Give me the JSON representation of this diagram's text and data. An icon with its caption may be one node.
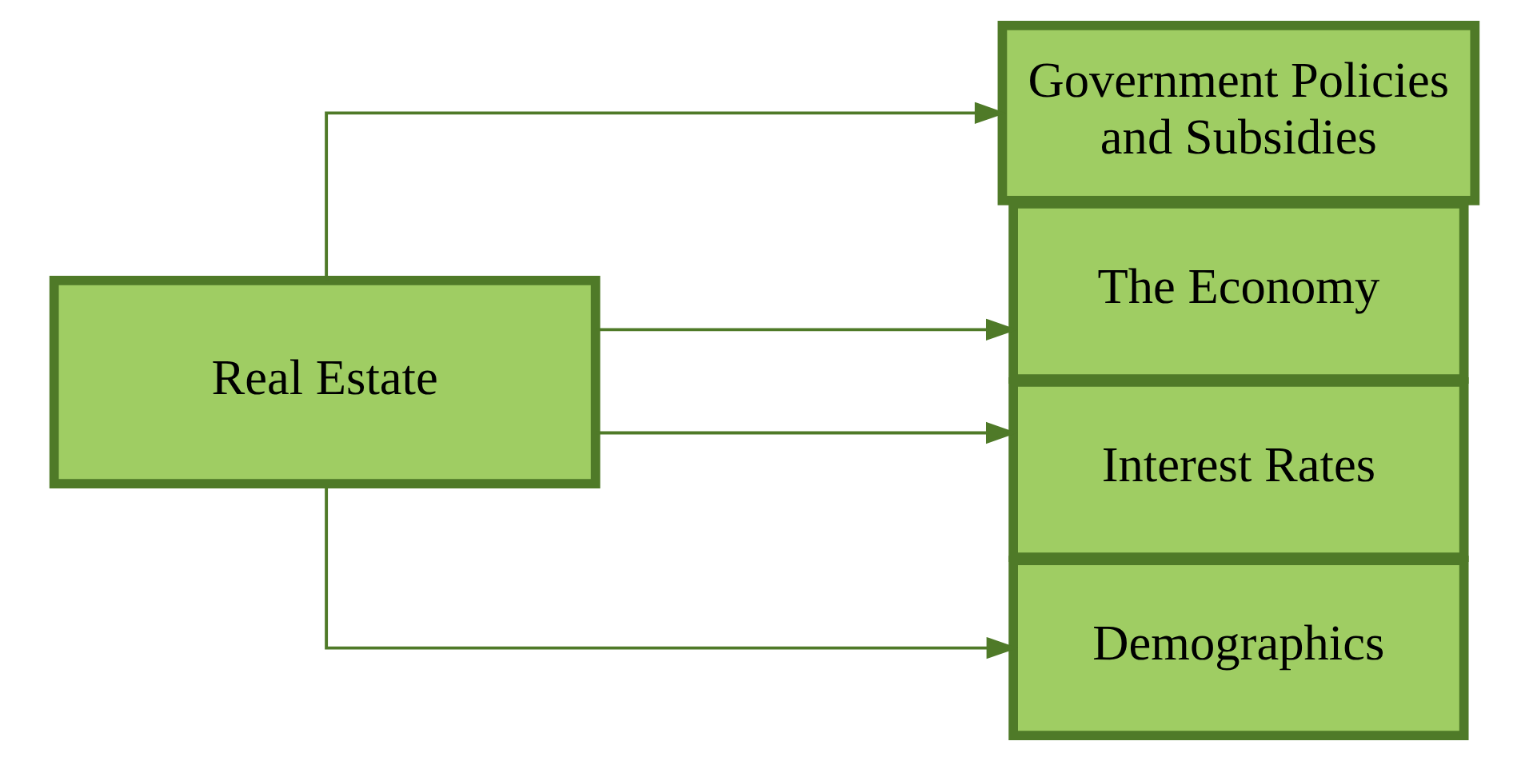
{
  "diagram": {
    "nodes": [
      {
        "text": [
          "Real Estate"
        ]
      },
      {
        "text": [
          "Government Policies and Subsidies"
        ]
      },
      {
        "text": [
          "The Economy"
        ]
      },
      {
        "text": [
          "Interest Rates"
        ]
      },
      {
        "text": [
          "Demographics"
        ]
      }
    ],
    "edges": [
      {
        "from": 0,
        "to": 1,
        "arrow": "to"
      },
      {
        "from": 0,
        "to": 2,
        "arrow": "to"
      },
      {
        "from": 0,
        "to": 3,
        "arrow": "to"
      },
      {
        "from": 0,
        "to": 4,
        "arrow": "to"
      }
    ]
  }
}
